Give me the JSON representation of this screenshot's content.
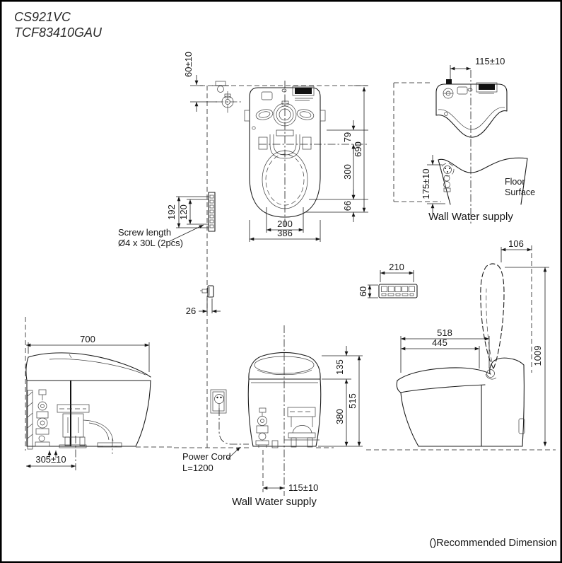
{
  "title": {
    "line1": "CS921VC",
    "line2": "TCF83410GAU"
  },
  "footer": {
    "note": "()Recommended Dimension"
  },
  "colors": {
    "ink": "#1c1c1c",
    "paper": "#ffffff"
  },
  "top_view": {
    "d60": "60±10",
    "d79": "79",
    "d690": "690",
    "d300": "300",
    "d66": "66",
    "d200": "200",
    "d386": "386"
  },
  "mount_plate": {
    "d192": "192",
    "d120": "120",
    "note1": "Screw length",
    "note2": "Ø4 x 30L (2pcs)"
  },
  "rear_view": {
    "d115": "115±10",
    "d175": "175±10",
    "floor1": "Floor",
    "floor2": "Surface",
    "caption": "Wall Water supply"
  },
  "remote": {
    "d210": "210",
    "d60": "60"
  },
  "wall_fitting": {
    "d26": "26"
  },
  "open_side_view": {
    "d106": "106",
    "d518": "518",
    "d445": "445",
    "d1009": "1009"
  },
  "side_view": {
    "d700": "700",
    "d305": "305±10"
  },
  "front_view": {
    "d135": "135",
    "d515": "515",
    "d380": "380",
    "d115": "115±10",
    "power1": "Power Cord",
    "power2": "L=1200",
    "caption": "Wall Water supply"
  }
}
